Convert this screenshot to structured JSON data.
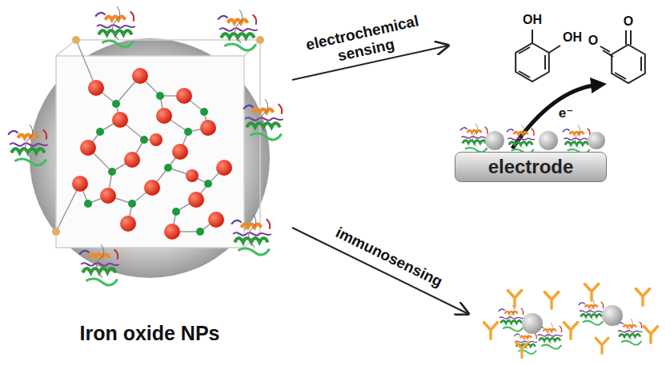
{
  "diagram": {
    "nodes": [
      {
        "text": [
          "Iron oxide NPs"
        ]
      },
      {
        "text": [
          "electrode"
        ]
      }
    ],
    "labels": [
      "electrochemical sensing",
      "immunosensing",
      "OH",
      "OH",
      "O",
      "O",
      "e⁻"
    ]
  }
}
